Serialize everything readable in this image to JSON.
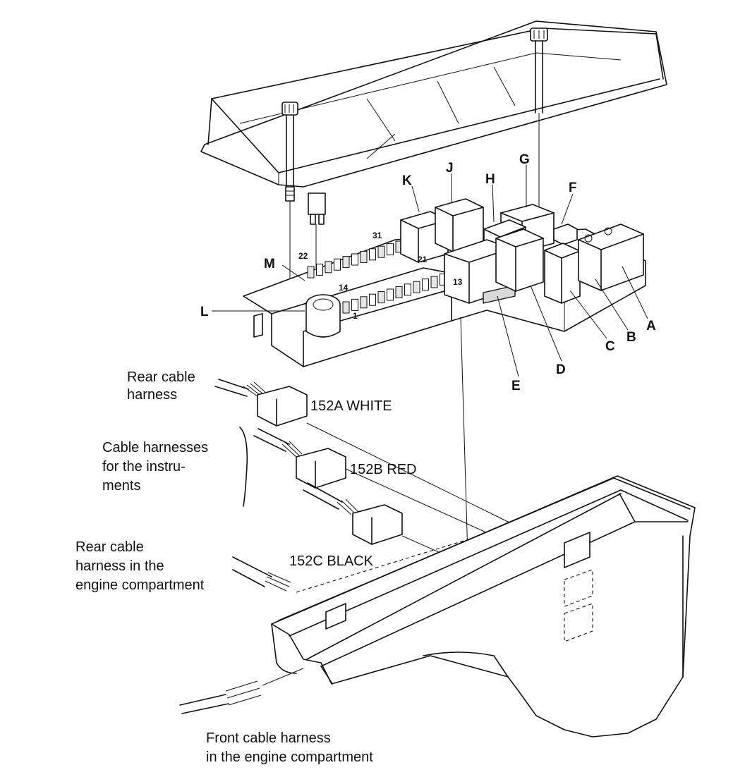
{
  "relay_letters": {
    "a": "A",
    "b": "B",
    "c": "C",
    "d": "D",
    "e": "E",
    "f": "F",
    "g": "G",
    "h": "H",
    "j": "J",
    "k": "K",
    "l": "L",
    "m": "M"
  },
  "fuse_numbers": {
    "n1": "1",
    "n13": "13",
    "n14": "14",
    "n21": "21",
    "n22": "22",
    "n31": "31"
  },
  "labels": {
    "rear_cable_harness": [
      "Rear cable",
      "harness"
    ],
    "connector_white": "152A WHITE",
    "instrument_harnesses": [
      "Cable harnesses",
      "for the instru-",
      "ments"
    ],
    "connector_red": "152B RED",
    "rear_engine_harness": [
      "Rear cable",
      "harness in the",
      "engine compartment"
    ],
    "connector_black": "152C BLACK",
    "front_engine_harness": [
      "Front cable harness",
      "in the engine compartment"
    ]
  }
}
